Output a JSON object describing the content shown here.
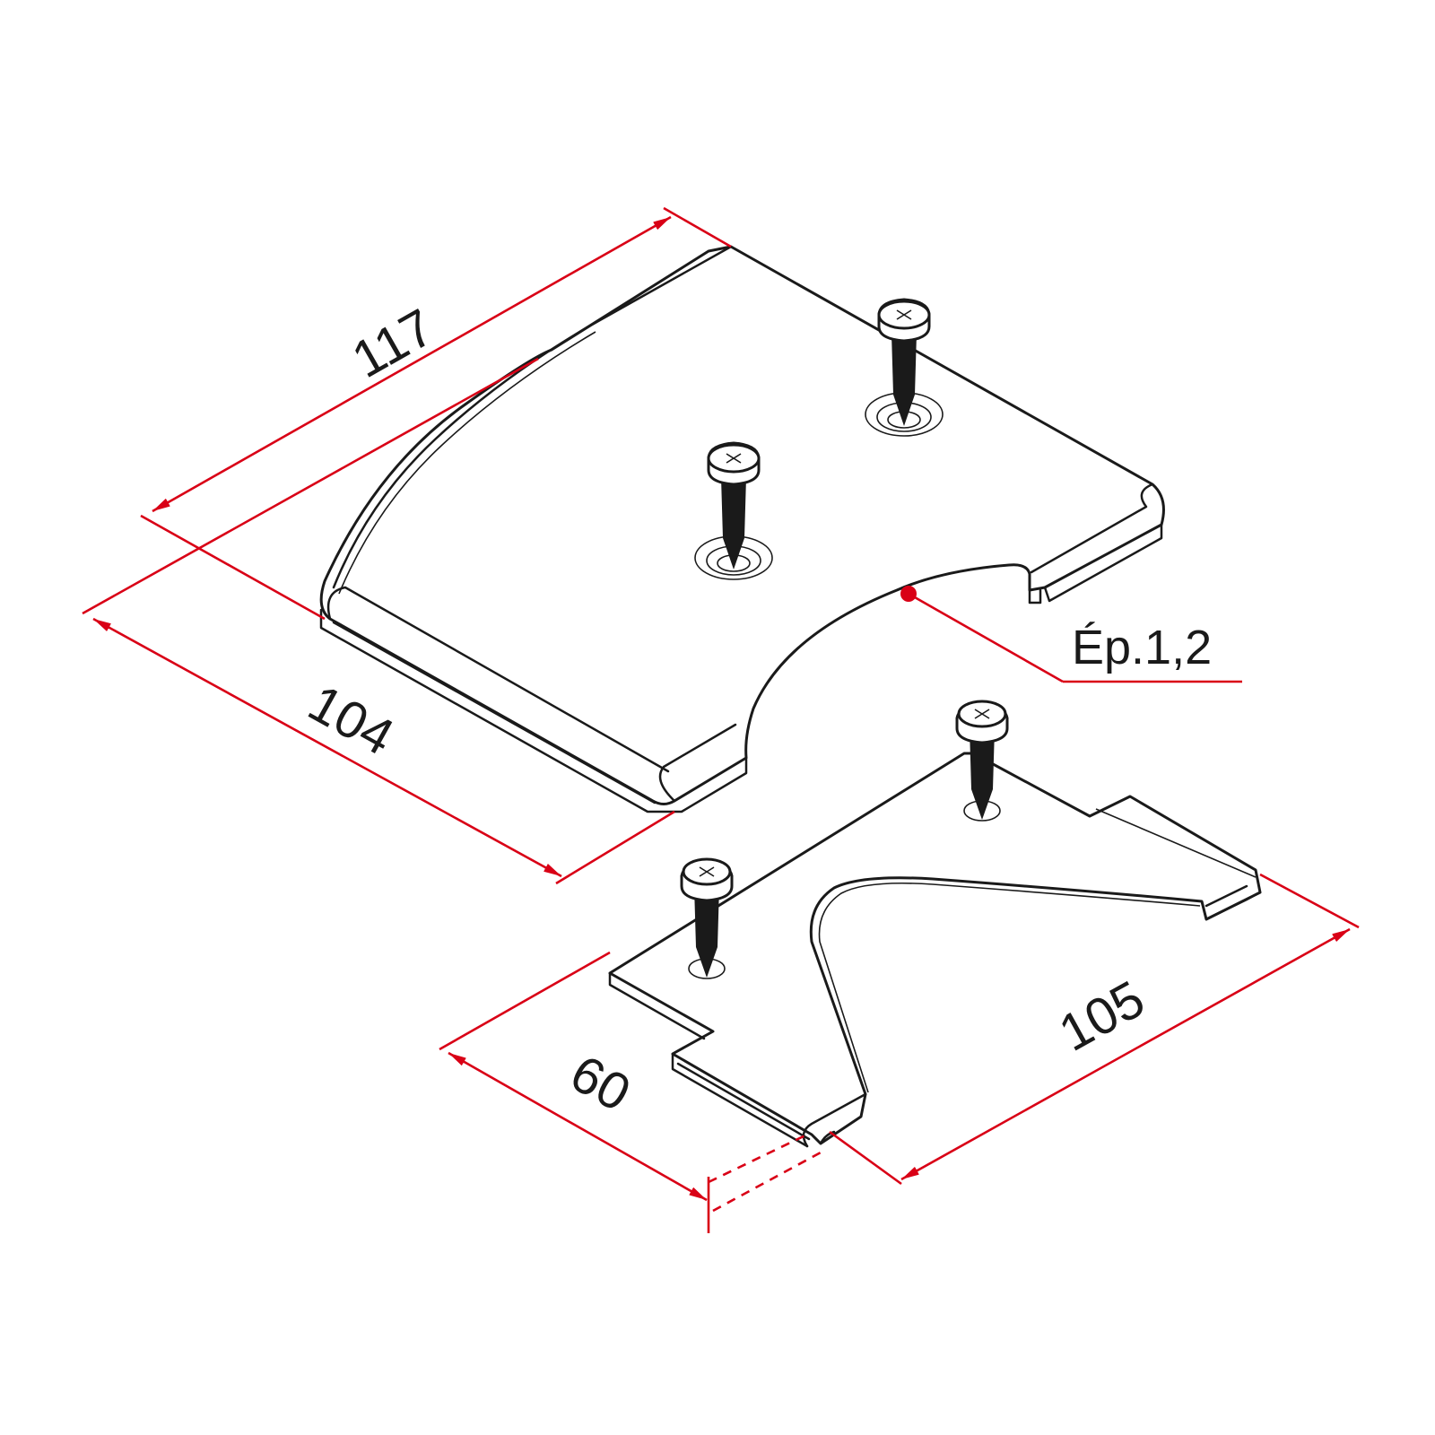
{
  "dimensions": {
    "length_top": "117",
    "width_top": "104",
    "width_bottom": "60",
    "length_bottom": "105"
  },
  "thickness_note": "Ép.1,2",
  "colors": {
    "dimension_line": "#d90016",
    "outline": "#1a1a1a",
    "background": "#ffffff"
  }
}
